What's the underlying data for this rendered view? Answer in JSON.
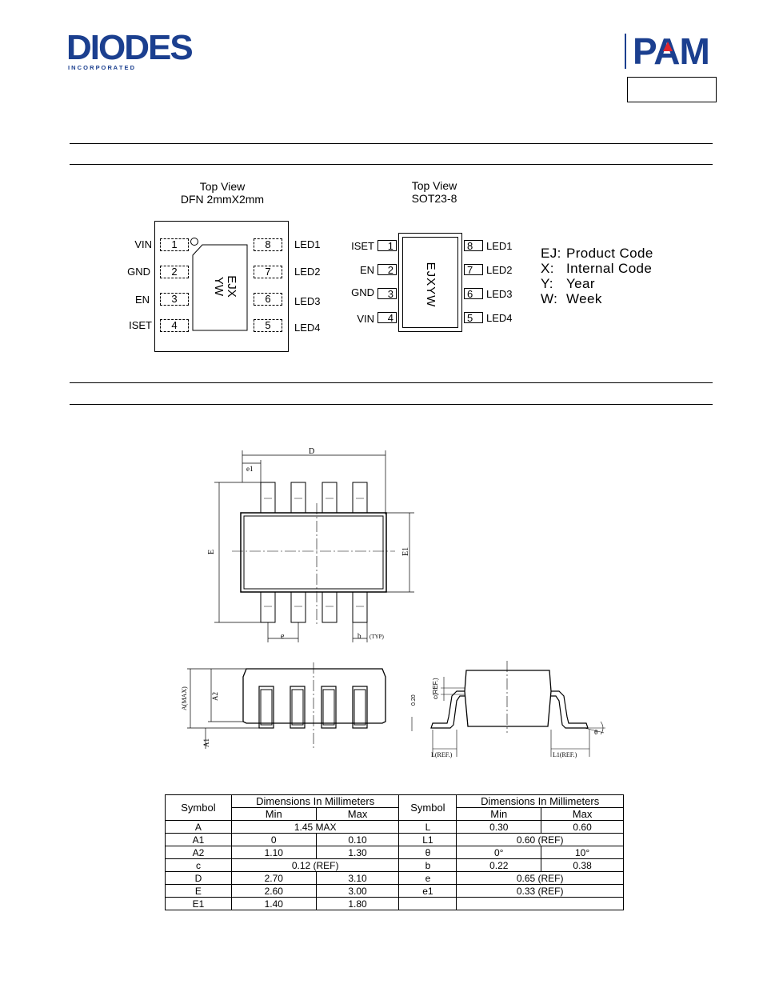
{
  "header": {
    "brand_left": "DIODES",
    "brand_left_sub": "I N C O R P O R A T E D",
    "brand_right": "PAM"
  },
  "marking": {
    "dfn": {
      "caption1": "Top View",
      "caption2": "DFN 2mmX2mm",
      "pins_left": [
        {
          "num": "1",
          "label": "VIN"
        },
        {
          "num": "2",
          "label": "GND"
        },
        {
          "num": "3",
          "label": "EN"
        },
        {
          "num": "4",
          "label": "ISET"
        }
      ],
      "pins_right": [
        {
          "num": "8",
          "label": "LED1"
        },
        {
          "num": "7",
          "label": "LED2"
        },
        {
          "num": "6",
          "label": "LED3"
        },
        {
          "num": "5",
          "label": "LED4"
        }
      ],
      "mark_line1": "EJX",
      "mark_line2": "YW"
    },
    "sot": {
      "caption1": "Top View",
      "caption2": "SOT23-8",
      "pins_left": [
        {
          "num": "1",
          "label": "ISET"
        },
        {
          "num": "2",
          "label": "EN"
        },
        {
          "num": "3",
          "label": "GND"
        },
        {
          "num": "4",
          "label": "VIN"
        }
      ],
      "pins_right": [
        {
          "num": "8",
          "label": "LED1"
        },
        {
          "num": "7",
          "label": "LED2"
        },
        {
          "num": "6",
          "label": "LED3"
        },
        {
          "num": "5",
          "label": "LED4"
        }
      ],
      "mark": "EJXYW"
    },
    "legend": [
      {
        "key": "EJ:",
        "text": "Product Code"
      },
      {
        "key": "X:",
        "text": "Internal Code"
      },
      {
        "key": "Y:",
        "text": "Year"
      },
      {
        "key": "W:",
        "text": "Week"
      }
    ]
  },
  "drawing": {
    "D": "D",
    "e1": "e1",
    "E": "E",
    "E1": "E1",
    "e": "e",
    "b": "b",
    "typ": "(TYP)",
    "A_max": "A(MAX)",
    "A2": "A2",
    "A1": "A1",
    "c_ref": "c(REF.)",
    "gauge": "0.20",
    "L_ref": "L(REF.)",
    "L1_ref": "L1(REF.)",
    "theta": "θ"
  },
  "table": {
    "h_symbol": "Symbol",
    "h_dims": "Dimensions In Millimeters",
    "h_min": "Min",
    "h_max": "Max",
    "left": [
      {
        "sym": "A",
        "span": "1.45 MAX"
      },
      {
        "sym": "A1",
        "min": "0",
        "max": "0.10"
      },
      {
        "sym": "A2",
        "min": "1.10",
        "max": "1.30"
      },
      {
        "sym": "c",
        "span": "0.12 (REF)"
      },
      {
        "sym": "D",
        "min": "2.70",
        "max": "3.10"
      },
      {
        "sym": "E",
        "min": "2.60",
        "max": "3.00"
      },
      {
        "sym": "E1",
        "min": "1.40",
        "max": "1.80"
      }
    ],
    "right": [
      {
        "sym": "L",
        "min": "0.30",
        "max": "0.60"
      },
      {
        "sym": "L1",
        "span": "0.60 (REF)"
      },
      {
        "sym": "θ",
        "min": "0°",
        "max": "10°"
      },
      {
        "sym": "b",
        "min": "0.22",
        "max": "0.38"
      },
      {
        "sym": "e",
        "span": "0.65 (REF)"
      },
      {
        "sym": "e1",
        "span": "0.33 (REF)"
      },
      {
        "sym": "",
        "span": ""
      }
    ]
  }
}
